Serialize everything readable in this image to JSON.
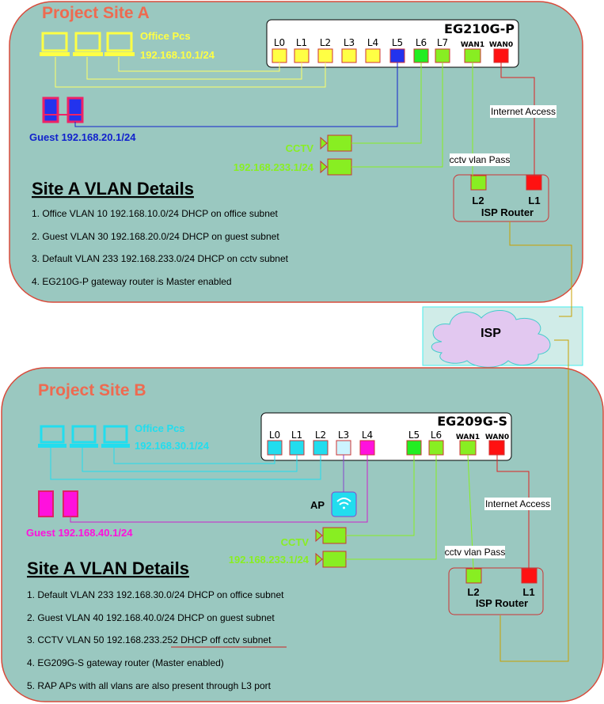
{
  "site_a": {
    "title": "Project Site A",
    "switch": {
      "name": "EG210G-P",
      "ports": [
        "L0",
        "L1",
        "L2",
        "L3",
        "L4",
        "L5",
        "L6",
        "L7"
      ],
      "wan1": "WAN1",
      "wan0": "WAN0"
    },
    "office_label": "Office Pcs",
    "office_subnet": "192.168.10.1/24",
    "guest_label": "Guest 192.168.20.1/24",
    "cctv_label": "CCTV",
    "cctv_subnet": "192.168.233.1/24",
    "internet_access": "Internet Access",
    "cctv_vlan_pass": "cctv vlan Pass",
    "router": {
      "l2": "L2",
      "l1": "L1",
      "name": "ISP Router"
    },
    "vlan_title": "Site A VLAN Details",
    "vlan_items": [
      "1. Office VLAN 10 192.168.10.0/24 DHCP on office subnet",
      "2. Guest VLAN 30 192.168.20.0/24 DHCP on guest subnet",
      "3. Default VLAN 233 192.168.233.0/24 DHCP on cctv subnet",
      "4. EG210G-P gateway router is Master enabled"
    ]
  },
  "isp_cloud": {
    "label": "ISP"
  },
  "site_b": {
    "title": "Project Site B",
    "switch": {
      "name": "EG209G-S",
      "ports": [
        "L0",
        "L1",
        "L2",
        "L3",
        "L4",
        "L5",
        "L6"
      ],
      "wan1": "WAN1",
      "wan0": "WAN0"
    },
    "office_label": "Office Pcs",
    "office_subnet": "192.168.30.1/24",
    "ap_label": "AP",
    "guest_label": "Guest 192.168.40.1/24",
    "cctv_label": "CCTV",
    "cctv_subnet": "192.168.233.1/24",
    "internet_access": "Internet Access",
    "cctv_vlan_pass": "cctv vlan Pass",
    "router": {
      "l2": "L2",
      "l1": "L1",
      "name": "ISP Router"
    },
    "vlan_title": "Site A VLAN Details",
    "vlan_items": [
      "1. Default VLAN 233 192.168.30.0/24 DHCP on office subnet",
      "2. Guest VLAN 40 192.168.40.0/24 DHCP on guest subnet",
      "3. CCTV VLAN 50 192.168.233.252 DHCP off  cctv subnet",
      "4. EG209G-S gateway router (Master enabled)",
      "5. RAP APs with all vlans are also present through L3 port"
    ]
  },
  "colors": {
    "panel": "#9ac8c0",
    "panel_border": "#d94a3a",
    "site_title": "#ee6a50",
    "office_a": "#ffff44",
    "guest_a": "#2233ee",
    "cctv": "#88ee22",
    "wan0": "#ff1111",
    "office_b": "#22ddee",
    "guest_b": "#ff11dd",
    "ap_port": "#ccf4ff",
    "isp_cloud": "#e2c8f0"
  },
  "icons": [
    "monitor-icon",
    "guest-device-icon",
    "camera-icon",
    "wifi-icon",
    "cloud-icon"
  ]
}
